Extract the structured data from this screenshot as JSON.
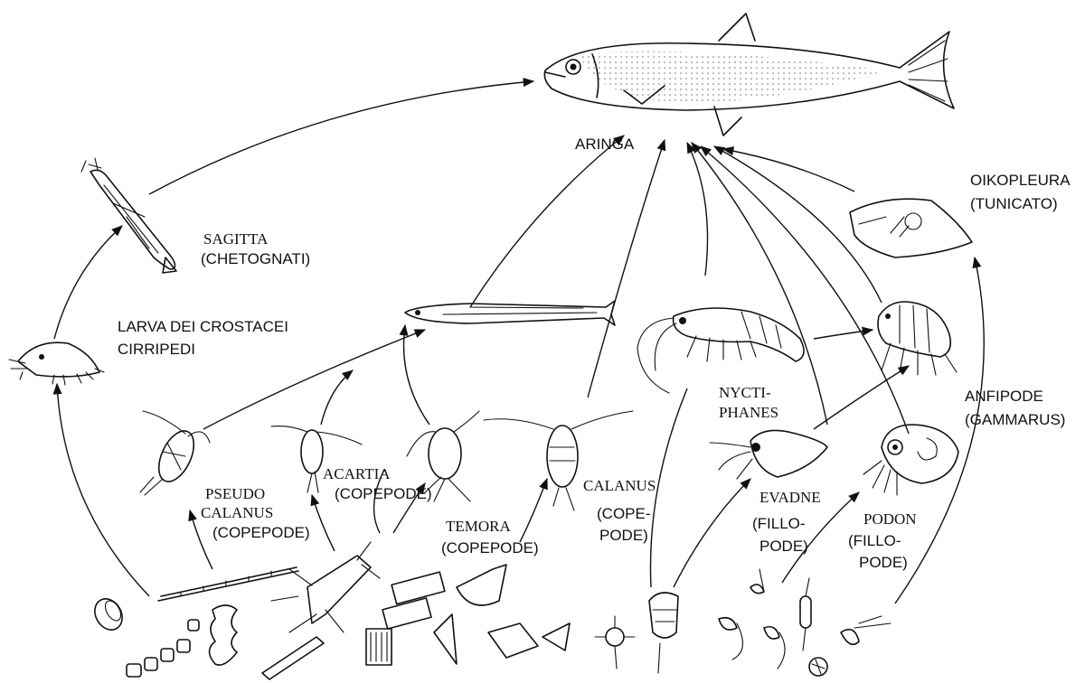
{
  "labels": {
    "aringa": "ARINGA",
    "oikopleura_1": "OIKOPLEURA",
    "oikopleura_2": "(TUNICATO)",
    "sagitta_1": "SAGITTA",
    "sagitta_2": "(CHETOGNATI)",
    "larva_1": "LARVA DEI CROSTACEI",
    "larva_2": "CIRRIPEDI",
    "pseudo_1": "PSEUDO",
    "pseudo_2": "CALANUS",
    "pseudo_3": "(COPEPODE)",
    "acartia_1": "ACARTIA",
    "acartia_2": "(COPEPODE)",
    "temora_1": "TEMORA",
    "temora_2": "(COPEPODE)",
    "calanus_1": "CALANUS",
    "calanus_2": "(COPE-",
    "calanus_3": "PODE)",
    "nycti_1": "NYCTI-",
    "nycti_2": "PHANES",
    "anfipode_1": "ANFIPODE",
    "anfipode_2": "(GAMMARUS)",
    "evadne_1": "EVADNE",
    "evadne_2": "(FILLO-",
    "evadne_3": "PODE)",
    "podon_1": "PODON",
    "podon_2": "(FILLO-",
    "podon_3": "PODE)"
  },
  "icons": {
    "herring": "herring-fish-icon",
    "sagitta": "arrow-worm-icon",
    "larva": "barnacle-larva-icon",
    "oikopleura": "tunicate-icon",
    "sand_eel": "sand-eel-larva-icon",
    "pseudocalanus": "copepod-icon",
    "acartia": "copepod-icon",
    "temora": "copepod-icon",
    "calanus": "copepod-icon",
    "nyctiphanes": "krill-icon",
    "amphipod": "amphipod-icon",
    "evadne": "cladoceran-icon",
    "podon": "cladoceran-icon",
    "phytoplankton": "diatom-icon"
  }
}
